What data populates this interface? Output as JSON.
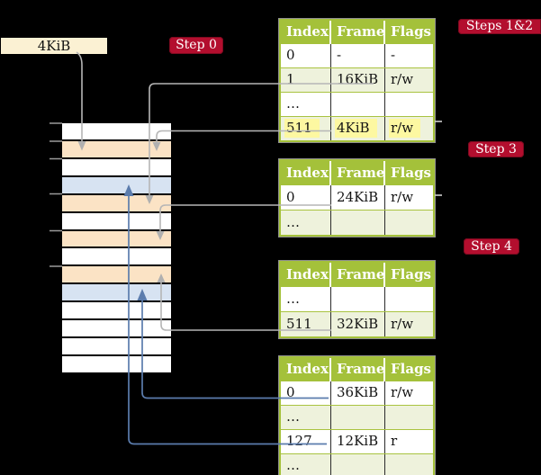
{
  "diagram_title": "page-table-walk-diagram",
  "frame_label": {
    "text": "4KiB"
  },
  "badges": {
    "step0": {
      "label": "Step 0"
    },
    "steps12": {
      "label": "Steps 1&2"
    },
    "step3": {
      "label": "Step 3"
    },
    "step4": {
      "label": "Step 4"
    }
  },
  "memory": {
    "rows": [
      {
        "kind": "free"
      },
      {
        "kind": "page-table"
      },
      {
        "kind": "free"
      },
      {
        "kind": "mapped-page"
      },
      {
        "kind": "page-table"
      },
      {
        "kind": "free"
      },
      {
        "kind": "page-table"
      },
      {
        "kind": "free"
      },
      {
        "kind": "page-table"
      },
      {
        "kind": "mapped-page"
      },
      {
        "kind": "free"
      },
      {
        "kind": "free"
      },
      {
        "kind": "free"
      },
      {
        "kind": "free"
      }
    ]
  },
  "memory_row_colors": {
    "free": "#ffffff",
    "page-table": "#fbe3c5",
    "mapped-page": "#d7e3f2"
  },
  "colors": {
    "background": "#000000",
    "table_header_green": "#a4c13a",
    "table_row_green": "#eef2dc",
    "badge_red": "#b30e2e",
    "highlight_yellow": "#fdf8a1",
    "label_cream": "#fbf1d3",
    "connector_gray": "#b6b6b6",
    "connector_blue": "#5b7cad"
  },
  "tables": [
    {
      "headers": [
        "Index",
        "Frame",
        "Flags"
      ],
      "rows": [
        {
          "cells": [
            "0",
            "-",
            "-"
          ]
        },
        {
          "cells": [
            "1",
            "16KiB",
            "r/w"
          ]
        },
        {
          "cells": [
            "…",
            "",
            ""
          ]
        },
        {
          "cells": [
            "511",
            "4KiB",
            "r/w"
          ],
          "highlighted": true
        }
      ]
    },
    {
      "headers": [
        "Index",
        "Frame",
        "Flags"
      ],
      "rows": [
        {
          "cells": [
            "0",
            "24KiB",
            "r/w"
          ]
        },
        {
          "cells": [
            "…",
            "",
            ""
          ]
        }
      ]
    },
    {
      "headers": [
        "Index",
        "Frame",
        "Flags"
      ],
      "rows": [
        {
          "cells": [
            "…",
            "",
            ""
          ]
        },
        {
          "cells": [
            "511",
            "32KiB",
            "r/w"
          ]
        }
      ]
    },
    {
      "headers": [
        "Index",
        "Frame",
        "Flags"
      ],
      "rows": [
        {
          "cells": [
            "0",
            "36KiB",
            "r/w"
          ]
        },
        {
          "cells": [
            "…",
            "",
            ""
          ]
        },
        {
          "cells": [
            "127",
            "12KiB",
            "r"
          ]
        },
        {
          "cells": [
            "…",
            "",
            ""
          ]
        }
      ]
    }
  ]
}
